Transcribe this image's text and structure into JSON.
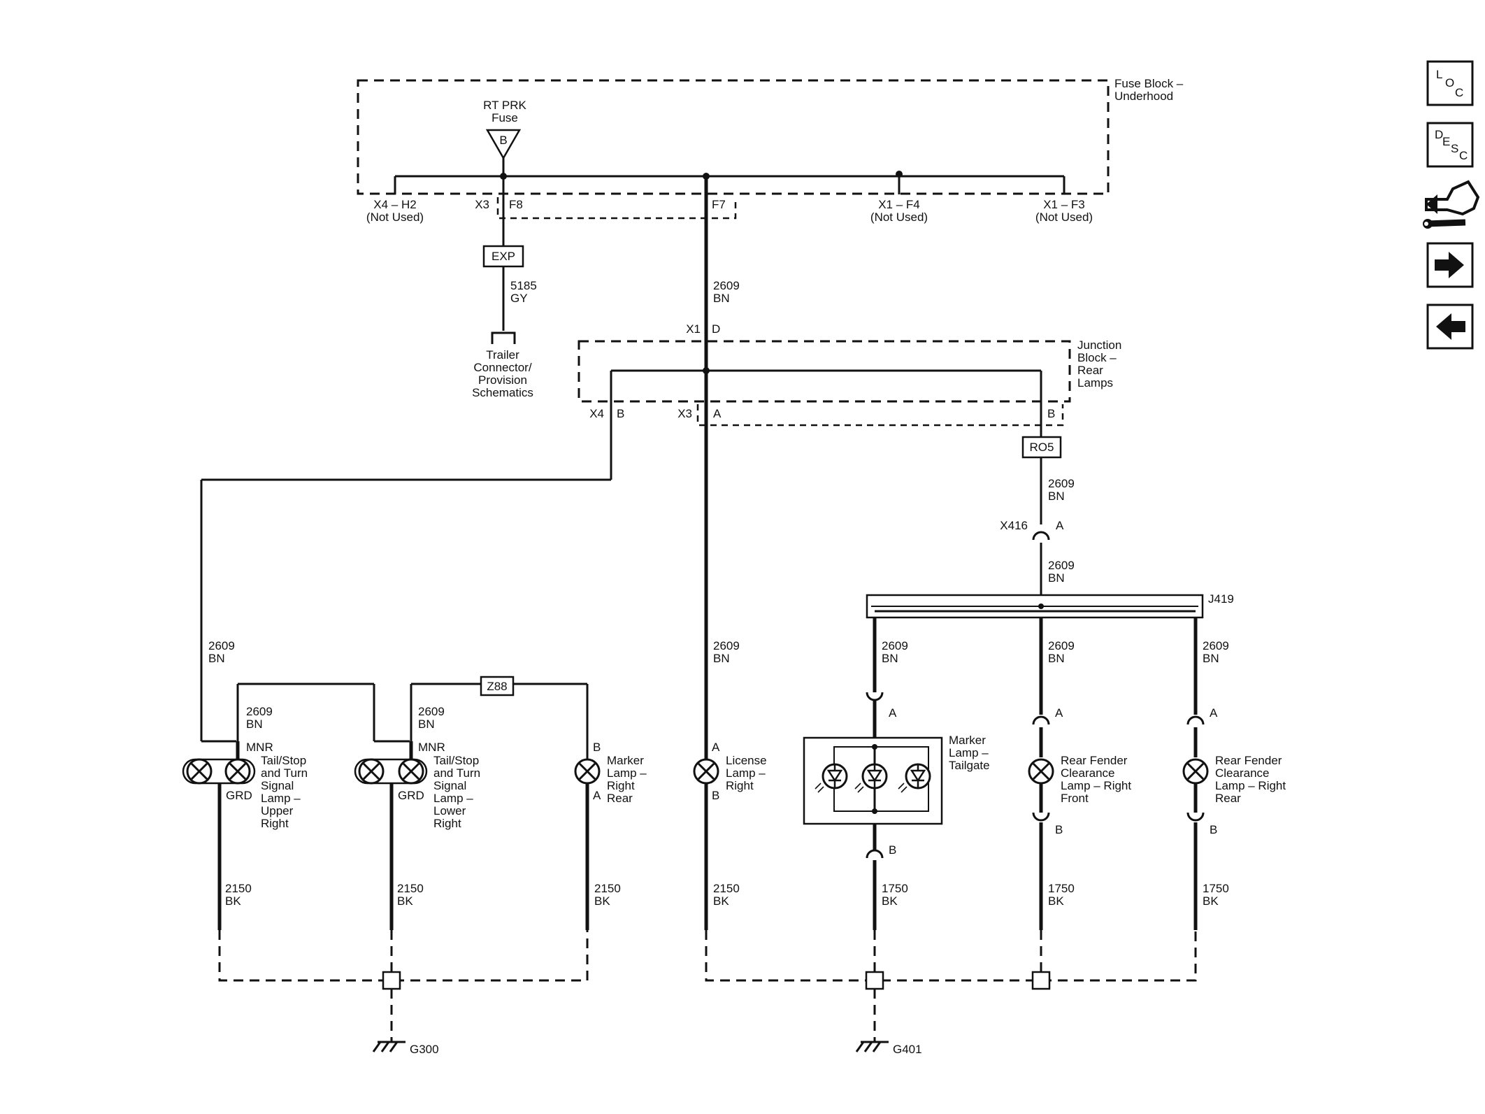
{
  "components": {
    "fuse_block": "Fuse Block –\nUnderhood",
    "rt_prk_fuse": "RT PRK\nFuse",
    "fuse_pin": "B",
    "junction_block": "Junction\nBlock –\nRear\nLamps",
    "trailer": "Trailer\nConnector/\nProvision\nSchematics",
    "splice_j419": "J419",
    "marker_tailgate": "Marker\nLamp –\nTailgate",
    "tail_upper": "Tail/Stop\nand Turn\nSignal\nLamp –\nUpper\nRight",
    "tail_lower": "Tail/Stop\nand Turn\nSignal\nLamp –\nLower\nRight",
    "marker_rr": "Marker\nLamp –\nRight\nRear",
    "license": "License\nLamp –\nRight",
    "fender_front": "Rear Fender\nClearance\nLamp – Right\nFront",
    "fender_rear": "Rear Fender\nClearance\nLamp – Right\nRear"
  },
  "option_boxes": {
    "exp": "EXP",
    "ro5": "RO5",
    "z88": "Z88"
  },
  "connectors": {
    "x4_h2": "X4 – H2\n(Not Used)",
    "x3": "X3",
    "f8": "F8",
    "f7": "F7",
    "x1_f4": "X1 – F4\n(Not Used)",
    "x1_f3": "X1 – F3\n(Not Used)",
    "x1": "X1",
    "d": "D",
    "x4": "X4",
    "b": "B",
    "a": "A",
    "x416": "X416",
    "mnr": "MNR",
    "grd": "GRD"
  },
  "wires": {
    "w5185": "5185\nGY",
    "w2609": "2609\nBN",
    "w2150": "2150\nBK",
    "w1750": "1750\nBK"
  },
  "grounds": {
    "g300": "G300",
    "g401": "G401"
  },
  "nav": {
    "loc": [
      "L",
      "O",
      "C"
    ],
    "desc": [
      "D",
      "E",
      "S",
      "C"
    ]
  }
}
